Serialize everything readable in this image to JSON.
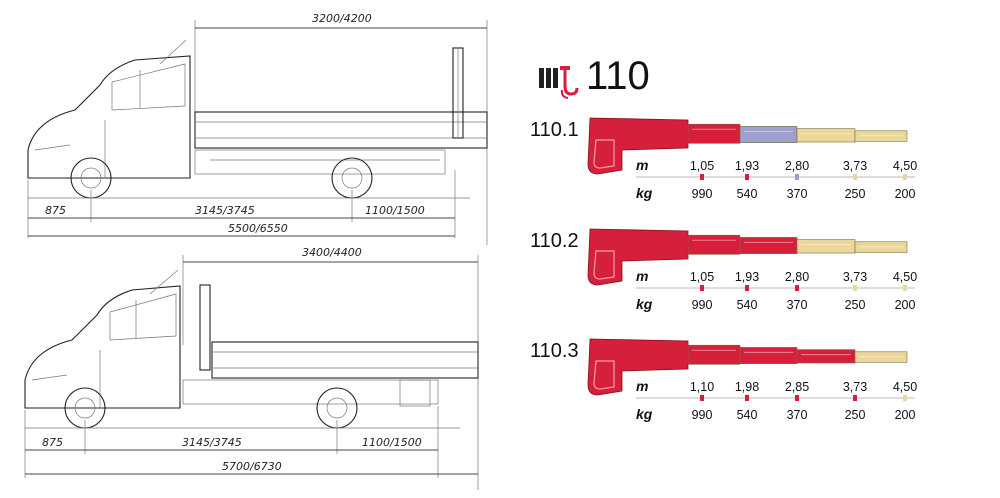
{
  "trucks": [
    {
      "body_length": "3200/4200",
      "front_overhang": "875",
      "wheelbase": "3145/3745",
      "rear_overhang": "1100/1500",
      "total_length": "5500/6550"
    },
    {
      "body_length": "3400/4400",
      "front_overhang": "875",
      "wheelbase": "3145/3745",
      "rear_overhang": "1100/1500",
      "total_length": "5700/6730"
    }
  ],
  "crane": {
    "model": "110",
    "variants": [
      {
        "name": "110.1",
        "unit_m": "m",
        "unit_kg": "kg",
        "reach": [
          "1,05",
          "1,93",
          "2,80",
          "3,73",
          "4,50"
        ],
        "load": [
          "990",
          "540",
          "370",
          "250",
          "200"
        ],
        "segment_colors": [
          "#d61f3a",
          "#d61f3a",
          "#9f9fd0",
          "#ecd79a",
          "#ecd79a"
        ]
      },
      {
        "name": "110.2",
        "unit_m": "m",
        "unit_kg": "kg",
        "reach": [
          "1,05",
          "1,93",
          "2,80",
          "3,73",
          "4,50"
        ],
        "load": [
          "990",
          "540",
          "370",
          "250",
          "200"
        ],
        "segment_colors": [
          "#d61f3a",
          "#d61f3a",
          "#d61f3a",
          "#ecd79a",
          "#ecd79a"
        ]
      },
      {
        "name": "110.3",
        "unit_m": "m",
        "unit_kg": "kg",
        "reach": [
          "1,10",
          "1,98",
          "2,85",
          "3,73",
          "4,50"
        ],
        "load": [
          "990",
          "540",
          "370",
          "250",
          "200"
        ],
        "segment_colors": [
          "#d61f3a",
          "#d61f3a",
          "#d61f3a",
          "#d61f3a",
          "#ecd79a"
        ]
      }
    ]
  }
}
